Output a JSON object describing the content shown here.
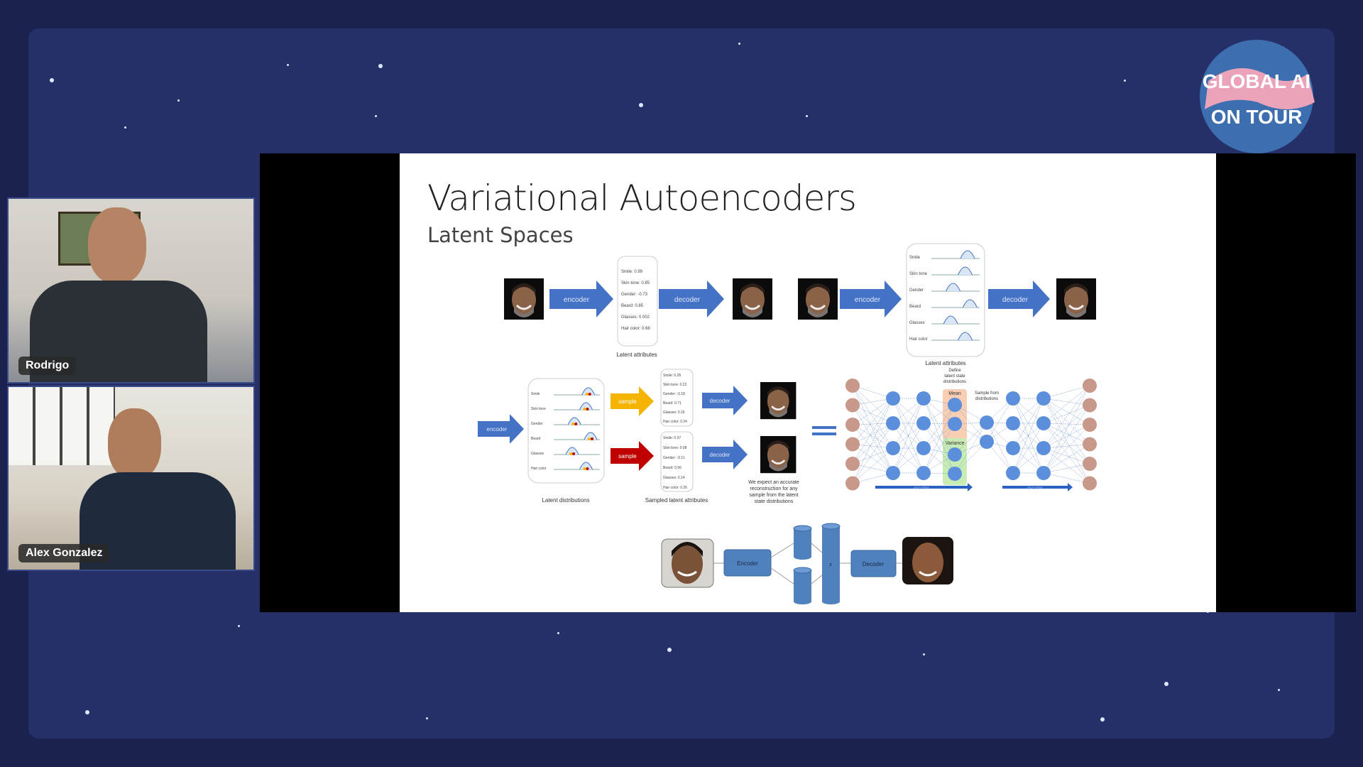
{
  "participants": [
    {
      "name": "Rodrigo"
    },
    {
      "name": "Alex Gonzalez"
    }
  ],
  "event_logo": {
    "text_line1": "GLOBAL AI",
    "text_line2": "ON TOUR"
  },
  "slide": {
    "title": "Variational Autoencoders",
    "subtitle": "Latent Spaces",
    "top_left": {
      "encoder": "encoder",
      "decoder": "decoder",
      "label": "Latent attributes",
      "attributes": [
        "Smile: 0.99",
        "Skin tone: 0.85",
        "Gender: -0.73",
        "Beard: 0.85",
        "Glasses: 0.002",
        "Hair color: 0.68"
      ]
    },
    "top_right": {
      "encoder": "encoder",
      "decoder": "decoder",
      "label": "Latent attributes",
      "attributes": [
        "Smile",
        "Skin tone",
        "Gender",
        "Beard",
        "Glasses",
        "Hair color"
      ]
    },
    "middle": {
      "encoder": "encoder",
      "sample_a": "sample",
      "sample_b": "sample",
      "decoder_a": "decoder",
      "decoder_b": "decoder",
      "dist_label": "Latent distributions",
      "sampled_label": "Sampled latent attributes",
      "distributions": [
        "Smile",
        "Skin tone",
        "Gender",
        "Beard",
        "Glasses",
        "Hair color"
      ],
      "sampled_a": [
        "Smile: 0.28",
        "Skin tone: 0.22",
        "Gender: -0.18",
        "Beard: 0.71",
        "Glasses: 0.15",
        "Hair color: 0.24"
      ],
      "sampled_b": [
        "Smile: 0.37",
        "Skin tone: 0.08",
        "Gender: -0.11",
        "Beard: 0.56",
        "Glasses: 0.14",
        "Hair color: 0.26"
      ],
      "caption": [
        "We expect an accurate",
        "reconstruction for any",
        "sample from the latent",
        "state distributions"
      ]
    },
    "network": {
      "define_label": [
        "Define",
        "latent state",
        "distributions"
      ],
      "mean": "Mean",
      "variance": "Variance",
      "sample_label": [
        "Sample from",
        "distributions"
      ],
      "encoder": "encoder",
      "decoder": "decoder"
    },
    "bottom": {
      "encoder": "Encoder",
      "decoder": "Decoder",
      "z": "z"
    }
  },
  "colors": {
    "bg": "#1b2250",
    "panel": "#253068",
    "arrow_blue": "#4472c4",
    "sample_yellow": "#f4b400",
    "sample_red": "#c00000"
  }
}
